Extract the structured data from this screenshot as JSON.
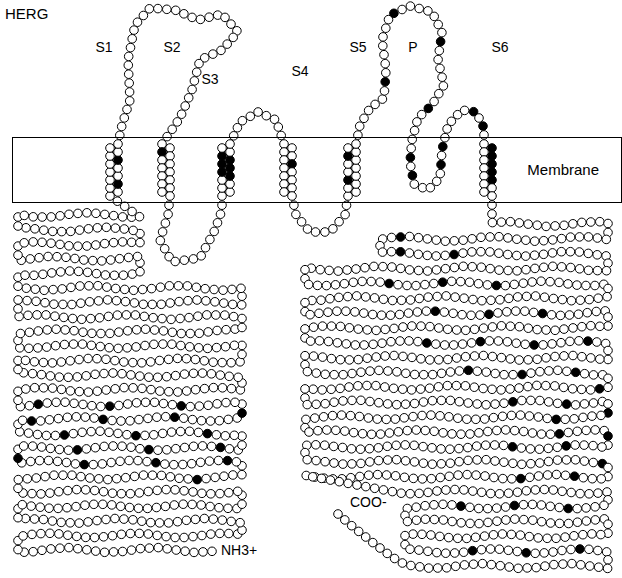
{
  "diagram": {
    "title": "HERG",
    "nodes": [
      {
        "text": [
          "Membrane"
        ]
      }
    ],
    "labels": [
      "S1",
      "S2",
      "S3",
      "S4",
      "S5",
      "P",
      "S6",
      "NH3+",
      "COO-"
    ]
  }
}
